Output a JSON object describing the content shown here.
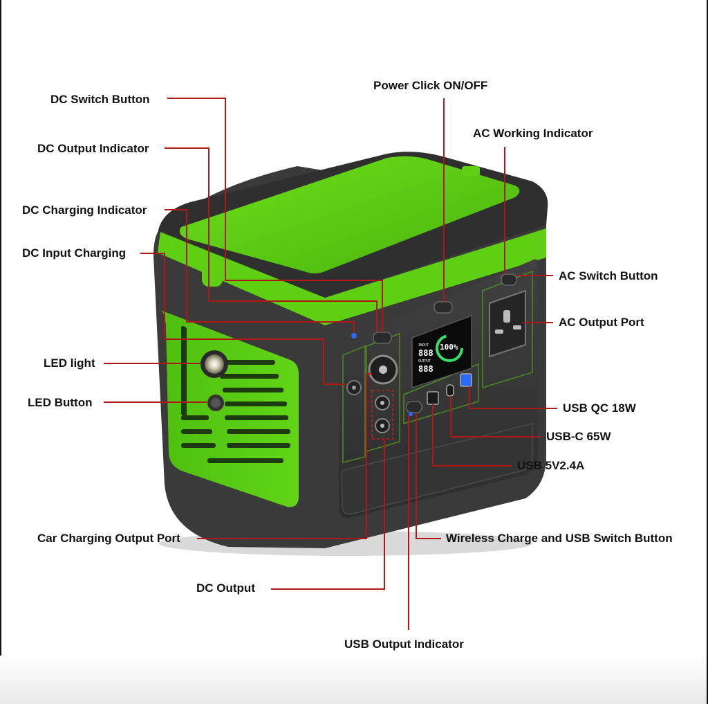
{
  "labels": {
    "dc_switch_button": "DC Switch Button",
    "dc_output_indicator": "DC Output Indicator",
    "dc_charging_indicator": "DC Charging Indicator",
    "dc_input_charging": "DC Input Charging",
    "led_light": "LED light",
    "led_button": "LED Button",
    "car_charging_output_port": "Car Charging Output Port",
    "dc_output": "DC Output",
    "usb_output_indicator": "USB Output Indicator",
    "power_click": "Power Click ON/OFF",
    "ac_working_indicator": "AC Working Indicator",
    "ac_switch_button": "AC Switch Button",
    "ac_output_port": "AC Output Port",
    "usb_qc": "USB QC 18W",
    "usb_c": "USB-C 65W",
    "usb_5v": "USB 5V2.4A",
    "wireless_switch": "Wireless Charge and USB Switch Button"
  },
  "lcd": {
    "input_label": "INPUT",
    "input_value": "888",
    "output_label": "OUTPUT",
    "output_value": "888",
    "percent": "100%"
  },
  "colors": {
    "accent_green": "#5fcf14",
    "case_dark": "#3a3a3a",
    "leader_line": "#b01818"
  }
}
